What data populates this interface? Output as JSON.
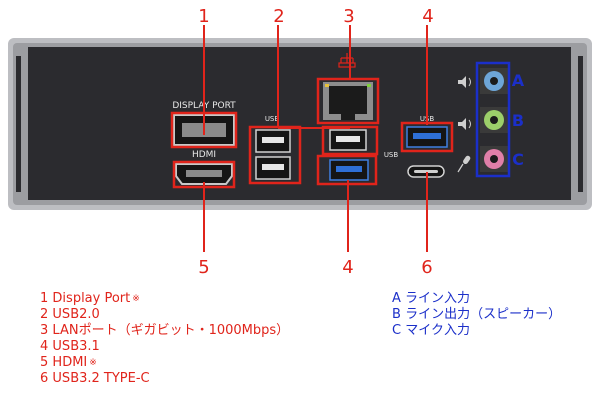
{
  "colors": {
    "accent_red": "#e0241b",
    "accent_blue": "#1b2fc9",
    "panel_dark": "#2b2b2f",
    "plate_gray": "#bdbec2"
  },
  "panel": {
    "port_labels": {
      "display_port": "DISPLAY PORT",
      "hdmi": "HDMI",
      "usb_left": "USB",
      "usb_mid": "USB",
      "usb_right": "USB"
    },
    "callouts": {
      "c1": "1",
      "c2": "2",
      "c3": "3",
      "c4_top": "4",
      "c5": "5",
      "c4_bottom": "4",
      "c6": "6"
    },
    "audio_letters": {
      "a": "A",
      "b": "B",
      "c": "C"
    },
    "icons": [
      "lan-network-icon",
      "speaker-icon",
      "microphone-icon"
    ]
  },
  "legend_left": [
    {
      "num": "1",
      "text": "Display Port",
      "note": "※"
    },
    {
      "num": "2",
      "text": "USB2.0",
      "note": ""
    },
    {
      "num": "3",
      "text": "LANポート（ギガビット・1000Mbps）",
      "note": ""
    },
    {
      "num": "4",
      "text": "USB3.1",
      "note": ""
    },
    {
      "num": "5",
      "text": "HDMI",
      "note": "※"
    },
    {
      "num": "6",
      "text": "USB3.2 TYPE-C",
      "note": ""
    }
  ],
  "legend_right": [
    {
      "letter": "A",
      "text": "ライン入力"
    },
    {
      "letter": "B",
      "text": "ライン出力（スピーカー）"
    },
    {
      "letter": "C",
      "text": "マイク入力"
    }
  ]
}
